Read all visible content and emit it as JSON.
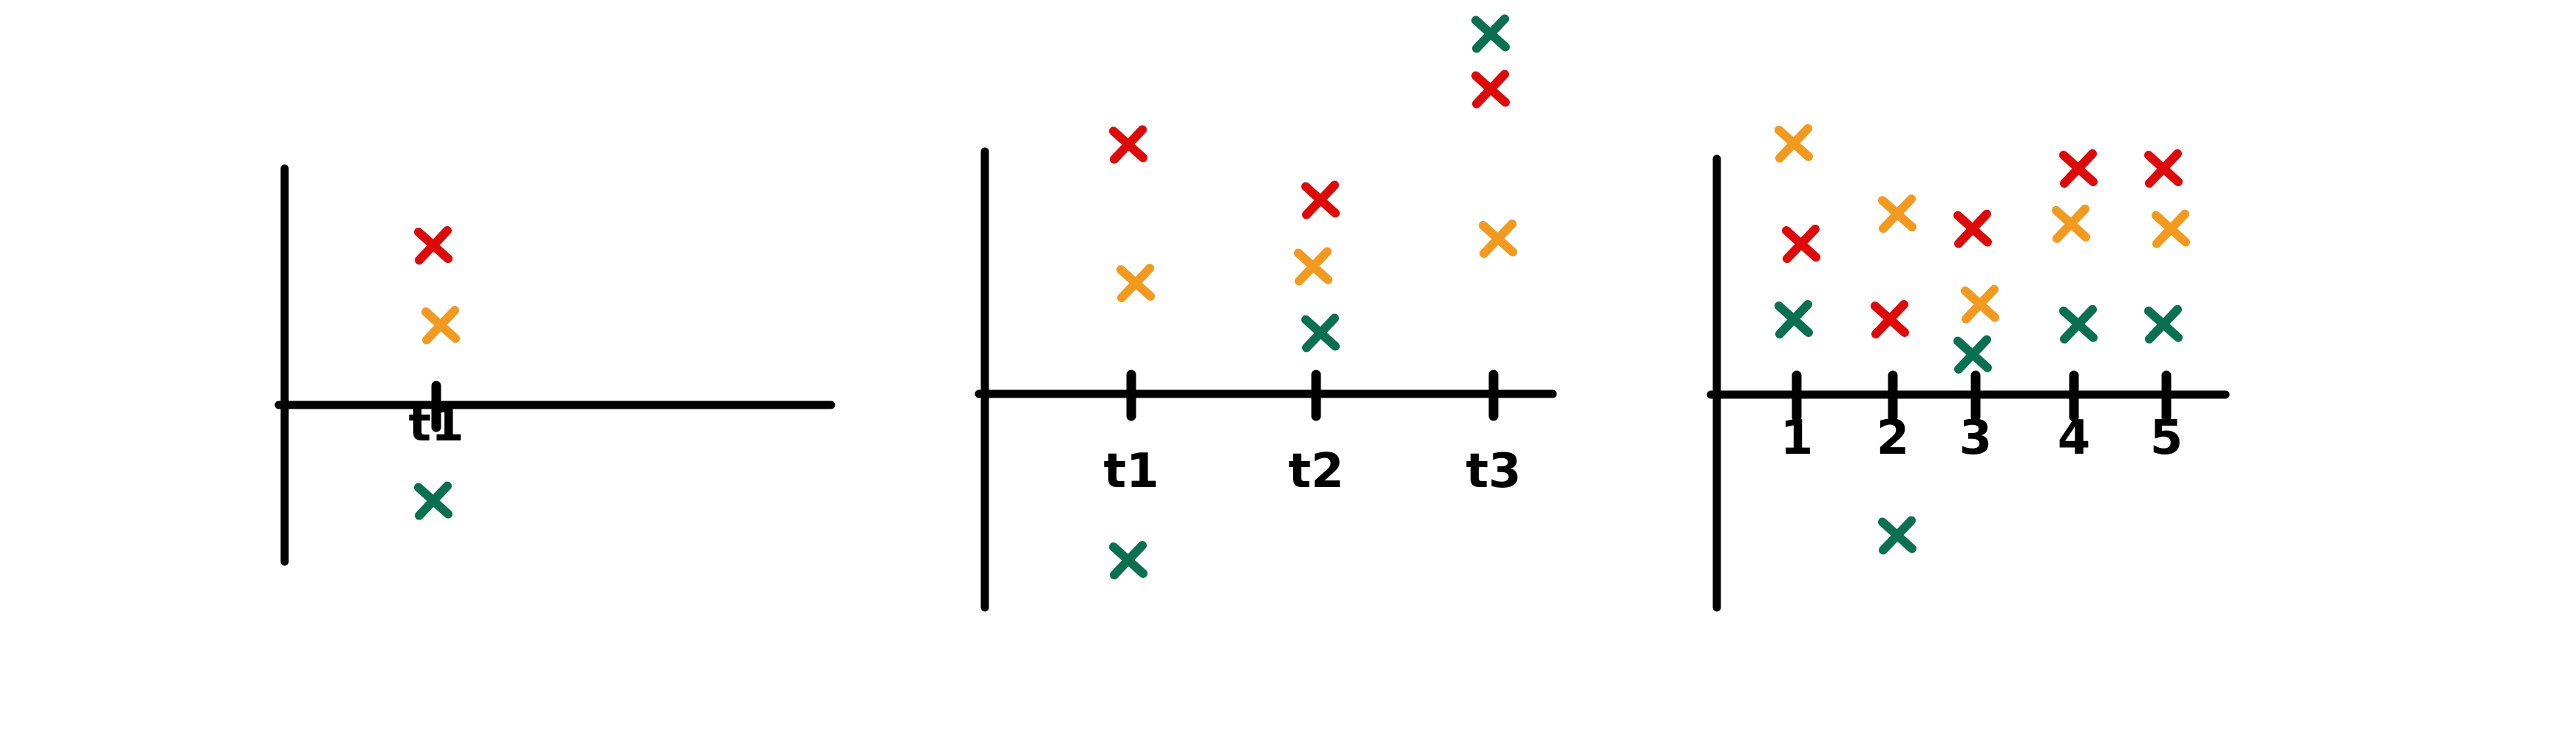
{
  "colors": {
    "axis": "#000000",
    "red": "#dd0a0a",
    "orange": "#f29a20",
    "green": "#0a7050"
  },
  "chart_data": [
    {
      "type": "scatter",
      "marker": "x",
      "categories": [
        "t1"
      ],
      "ylim": [
        -3,
        6
      ],
      "points": [
        {
          "x": "t1",
          "y": 3.0,
          "color": "red"
        },
        {
          "x": "t1",
          "y": 1.5,
          "color": "orange"
        },
        {
          "x": "t1",
          "y": -1.8,
          "color": "green"
        }
      ]
    },
    {
      "type": "scatter",
      "marker": "x",
      "categories": [
        "t1",
        "t2",
        "t3"
      ],
      "ylim": [
        -3,
        6
      ],
      "points": [
        {
          "x": "t1",
          "y": 4.5,
          "color": "red"
        },
        {
          "x": "t1",
          "y": 2.0,
          "color": "orange"
        },
        {
          "x": "t1",
          "y": -3.0,
          "color": "green"
        },
        {
          "x": "t2",
          "y": 3.5,
          "color": "red"
        },
        {
          "x": "t2",
          "y": 2.3,
          "color": "orange"
        },
        {
          "x": "t2",
          "y": 1.1,
          "color": "green"
        },
        {
          "x": "t3",
          "y": 5.5,
          "color": "red"
        },
        {
          "x": "t3",
          "y": 2.8,
          "color": "orange"
        },
        {
          "x": "t3",
          "y": 6.5,
          "color": "green"
        }
      ]
    },
    {
      "type": "scatter",
      "marker": "x",
      "categories": [
        "1",
        "2",
        "3",
        "4",
        "5"
      ],
      "ylim": [
        -3,
        6
      ],
      "points": [
        {
          "x": "1",
          "y": 5.0,
          "color": "orange"
        },
        {
          "x": "1",
          "y": 3.0,
          "color": "red"
        },
        {
          "x": "1",
          "y": 1.5,
          "color": "green"
        },
        {
          "x": "2",
          "y": 3.6,
          "color": "orange"
        },
        {
          "x": "2",
          "y": 1.5,
          "color": "red"
        },
        {
          "x": "2",
          "y": -2.8,
          "color": "green"
        },
        {
          "x": "3",
          "y": 3.3,
          "color": "red"
        },
        {
          "x": "3",
          "y": 1.8,
          "color": "orange"
        },
        {
          "x": "3",
          "y": 0.8,
          "color": "green"
        },
        {
          "x": "4",
          "y": 4.5,
          "color": "red"
        },
        {
          "x": "4",
          "y": 3.4,
          "color": "orange"
        },
        {
          "x": "4",
          "y": 1.4,
          "color": "green"
        },
        {
          "x": "5",
          "y": 4.5,
          "color": "red"
        },
        {
          "x": "5",
          "y": 3.3,
          "color": "orange"
        },
        {
          "x": "5",
          "y": 1.4,
          "color": "green"
        }
      ]
    }
  ]
}
